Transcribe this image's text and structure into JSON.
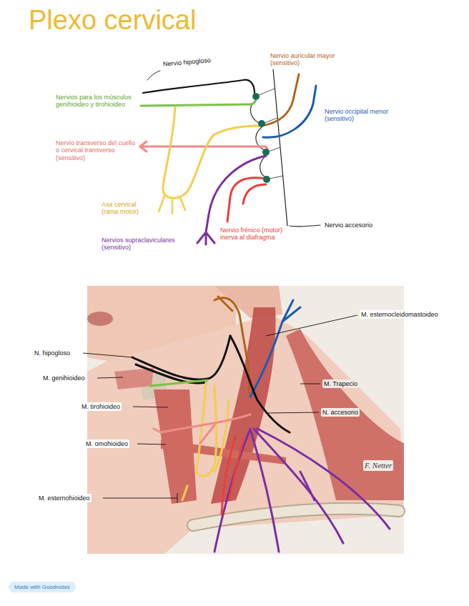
{
  "diagram": {
    "title": "Plexo cervical",
    "labels": [
      "Nervio hipogloso",
      "Nervio auricular mayor (sensitivo)",
      "Nervios para los músculos genihioideo y tirohioideo",
      "Nervio occipital menor (sensitivo)",
      "Nervio transverso del cuello o cervical transverso (sensitivo)",
      "Asa cervical (rama motor)",
      "Nervios supraclaviculares (sensitivo)",
      "Nervio frénico (motor) inerva al diafragma",
      "Nervio accesorio",
      "M. esternocleidomastoideo",
      "N. hipogloso",
      "M. genihioideo",
      "M. Trapecio",
      "M. tirohioideo",
      "N. accesorio",
      "M. omohioideo",
      "M. esternohioideo",
      "F. Netter",
      "Made with Goodnotes"
    ]
  }
}
